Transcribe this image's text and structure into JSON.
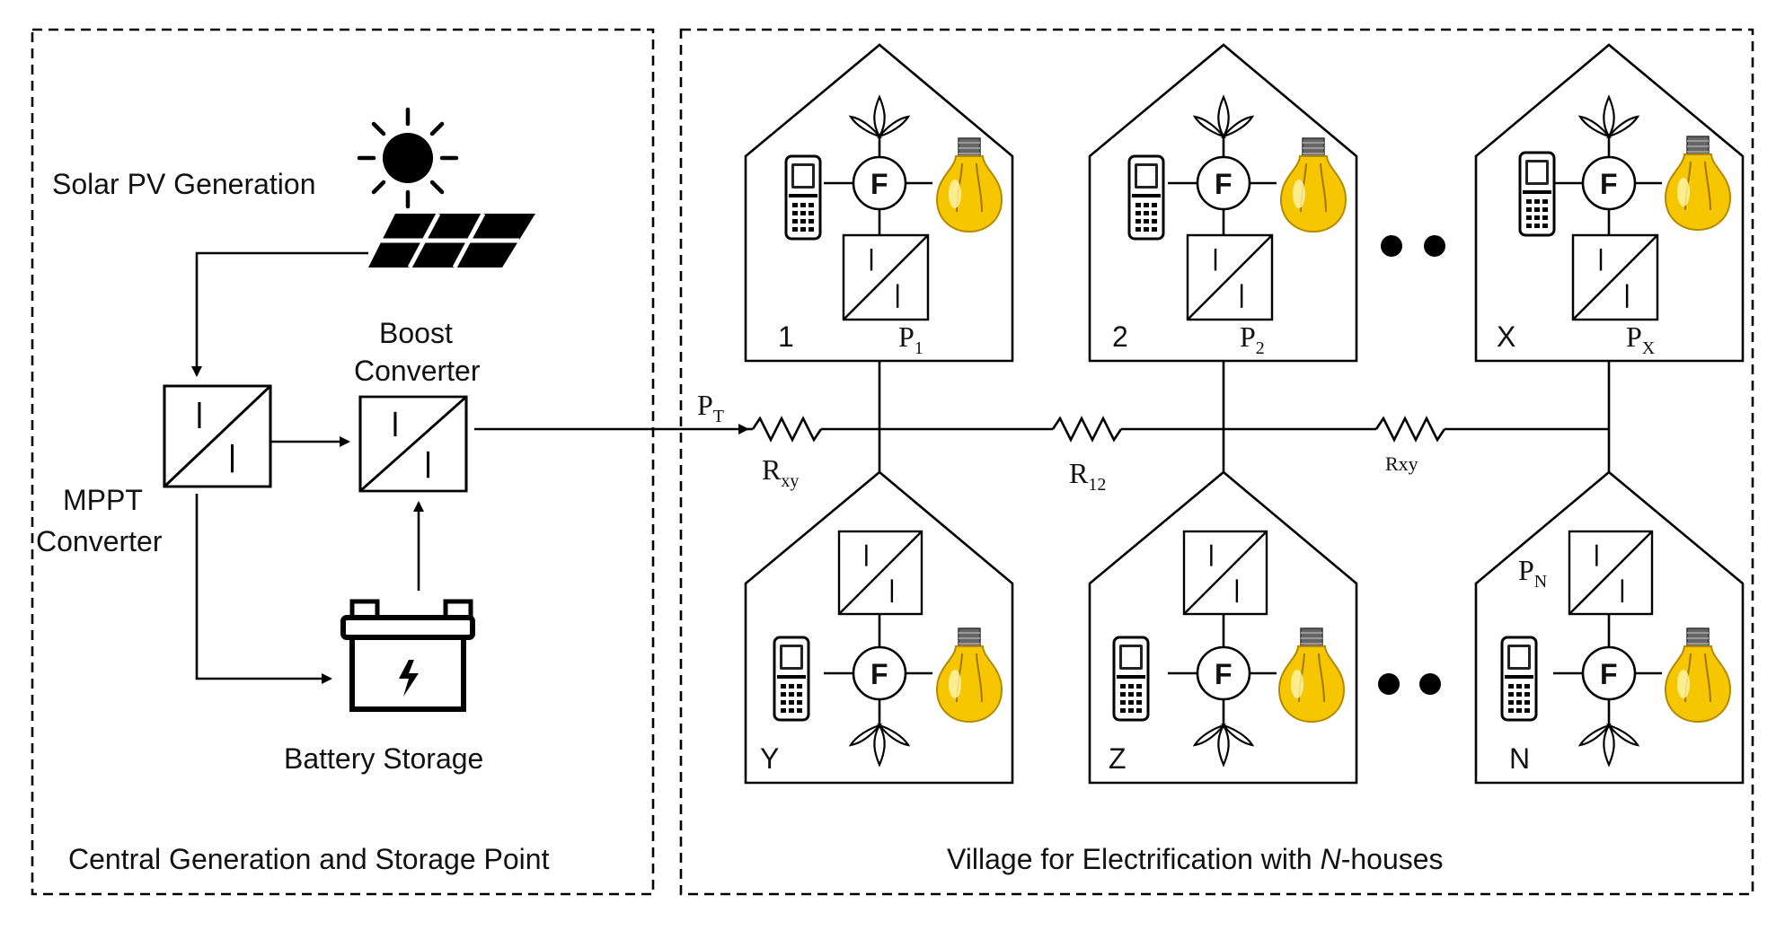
{
  "left_panel": {
    "caption": "Central Generation and Storage Point",
    "solar_label": "Solar PV Generation",
    "boost_label_1": "Boost",
    "boost_label_2": "Converter",
    "mppt_label_1": "MPPT",
    "mppt_label_2": "Converter",
    "battery_label": "Battery Storage"
  },
  "right_panel": {
    "caption_prefix": "Village for Electrification with ",
    "caption_italic": "N",
    "caption_suffix": "-houses",
    "feed_main": "P",
    "feed_sub": "T",
    "resistors": [
      {
        "main": "R",
        "sub": "xy"
      },
      {
        "main": "R",
        "sub": "12"
      },
      {
        "main": "Rxy",
        "sub": ""
      }
    ],
    "houses": [
      {
        "id": "1",
        "p_main": "P",
        "p_sub": "1"
      },
      {
        "id": "2",
        "p_main": "P",
        "p_sub": "2"
      },
      {
        "id": "X",
        "p_main": "P",
        "p_sub": "X"
      },
      {
        "id": "Y",
        "p_main": "",
        "p_sub": ""
      },
      {
        "id": "Z",
        "p_main": "",
        "p_sub": ""
      },
      {
        "id": "N",
        "p_main": "P",
        "p_sub": "N"
      }
    ],
    "fan_symbol": "F"
  },
  "colors": {
    "line": "#000000",
    "bulb_fill": "#f6c600",
    "bulb_highlight": "#fff7b0"
  },
  "icons": [
    "sun-icon",
    "solar-panel-icon",
    "battery-icon",
    "phone-icon",
    "fan-icon",
    "light-bulb-icon",
    "converter-icon",
    "resistor-icon"
  ]
}
